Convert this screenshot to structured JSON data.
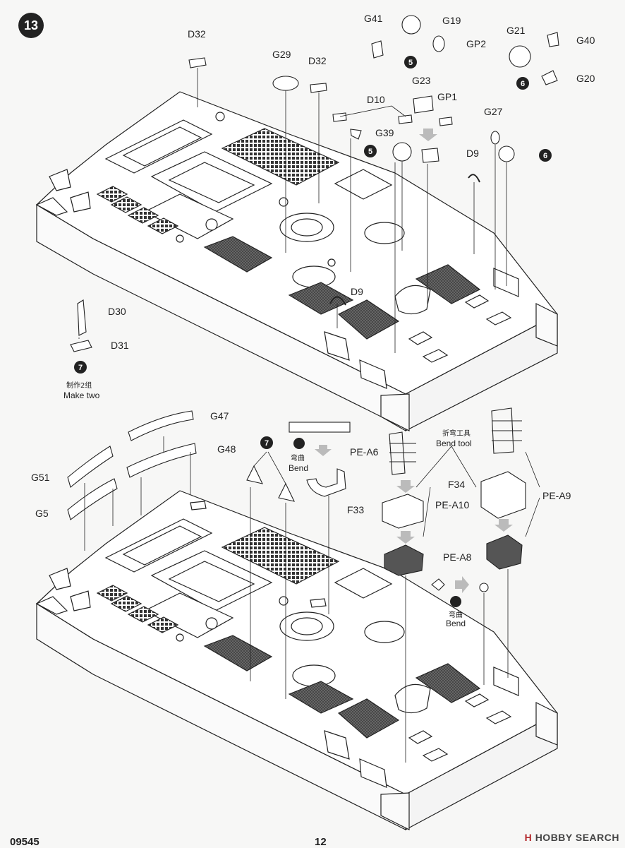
{
  "step_number": "13",
  "sub_steps": {
    "five": "5",
    "six": "6",
    "seven": "7"
  },
  "parts_top": {
    "d32": "D32",
    "g29": "G29",
    "g41": "G41",
    "g19": "G19",
    "gp2": "GP2",
    "g21": "G21",
    "g40": "G40",
    "g20": "G20",
    "g23": "G23",
    "gp1": "GP1",
    "d10": "D10",
    "g39": "G39",
    "g27": "G27",
    "d9": "D9",
    "d30": "D30",
    "d31": "D31"
  },
  "make_two": {
    "cn": "制作2组",
    "en": "Make two"
  },
  "parts_bottom": {
    "g47": "G47",
    "g48": "G48",
    "g51": "G51",
    "g5": "G5",
    "pe_a6": "PE-A6",
    "pe_a8": "PE-A8",
    "pe_a9": "PE-A9",
    "pe_a10": "PE-A10",
    "f33": "F33",
    "f34": "F34"
  },
  "bend": {
    "cn": "弯曲",
    "en": "Bend"
  },
  "bend_tool": {
    "cn": "折弯工具",
    "en": "Bend tool"
  },
  "footer": {
    "kit_number": "09545",
    "page_number": "12"
  },
  "watermark": {
    "logo": "H",
    "text": "HOBBY SEARCH"
  }
}
